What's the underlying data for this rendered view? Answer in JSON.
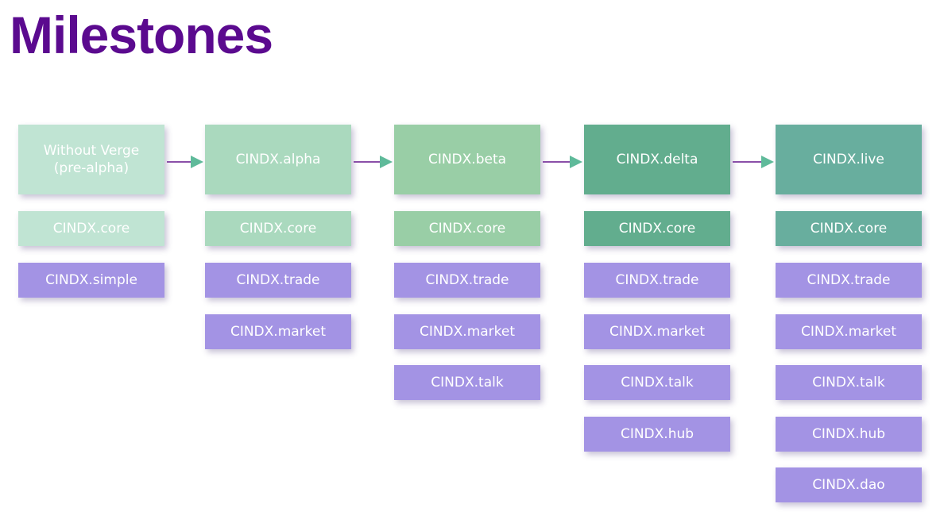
{
  "title": "Milestones",
  "colors": {
    "title": "#5b0a8f",
    "stage_header": [
      "#c0e4d3",
      "#aad9be",
      "#99cea6",
      "#62ad8e",
      "#68ae9e"
    ],
    "core": [
      "#c0e4d3",
      "#aad9be",
      "#99cea6",
      "#62ad8e",
      "#68ae9e"
    ],
    "module": "#a393e4",
    "arrow_line": "#8a4fa8",
    "arrow_head": "#5fba9a"
  },
  "stages": [
    {
      "label": "Without Verge\n(pre-alpha)",
      "core": "CINDX.core",
      "modules": [
        "CINDX.simple"
      ]
    },
    {
      "label": "CINDX.alpha",
      "core": "CINDX.core",
      "modules": [
        "CINDX.trade",
        "CINDX.market"
      ]
    },
    {
      "label": "CINDX.beta",
      "core": "CINDX.core",
      "modules": [
        "CINDX.trade",
        "CINDX.market",
        "CINDX.talk"
      ]
    },
    {
      "label": "CINDX.delta",
      "core": "CINDX.core",
      "modules": [
        "CINDX.trade",
        "CINDX.market",
        "CINDX.talk",
        "CINDX.hub"
      ]
    },
    {
      "label": "CINDX.live",
      "core": "CINDX.core",
      "modules": [
        "CINDX.trade",
        "CINDX.market",
        "CINDX.talk",
        "CINDX.hub",
        "CINDX.dao"
      ]
    }
  ]
}
